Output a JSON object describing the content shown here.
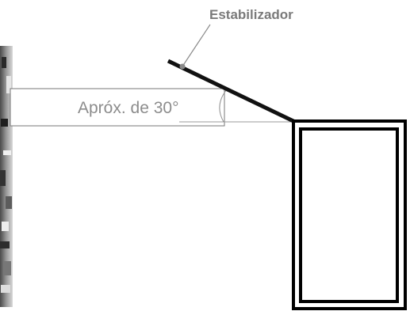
{
  "callout": {
    "label": "Estabilizador"
  },
  "angle_box": {
    "text": "Apróx. de 30°",
    "angle_value_degrees": 30
  },
  "background_photo": {
    "style": "grayscale"
  },
  "colors": {
    "background": "#ffffff",
    "stabilizer_line": "#111111",
    "frame_stroke": "#000000",
    "callout_text": "#7a7a7a",
    "callout_leader": "#8a8a8a",
    "angle_text": "#8c8c8c",
    "angle_box_border": "#777777",
    "reference_line": "#9a9a9a"
  }
}
